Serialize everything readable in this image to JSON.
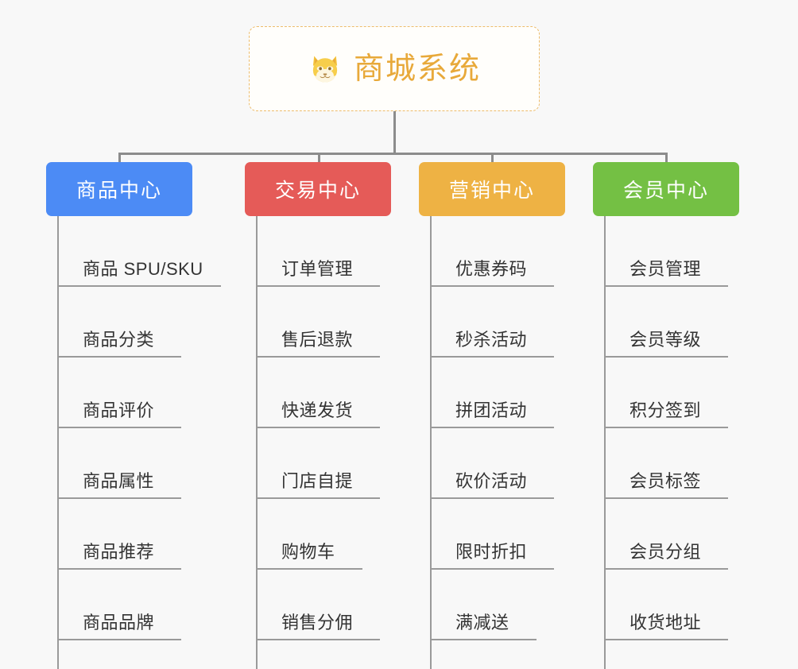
{
  "page": {
    "background_color": "#f8f8f8",
    "title": "商城系统"
  },
  "root": {
    "label": "商城系统",
    "icon": "shiba-dog-face-icon",
    "text_color": "#e8a93a",
    "border_color": "#edbc6b",
    "fill_color": "#fffefb"
  },
  "connector": {
    "color": "#8c8c8c"
  },
  "categories": [
    {
      "label": "商品中心",
      "color": "#4c8bf5",
      "items": [
        "商品 SPU/SKU",
        "商品分类",
        "商品评价",
        "商品属性",
        "商品推荐",
        "商品品牌"
      ]
    },
    {
      "label": "交易中心",
      "color": "#e55b58",
      "items": [
        "订单管理",
        "售后退款",
        "快递发货",
        "门店自提",
        "购物车",
        "销售分佣"
      ]
    },
    {
      "label": "营销中心",
      "color": "#eeb244",
      "items": [
        "优惠券码",
        "秒杀活动",
        "拼团活动",
        "砍价活动",
        "限时折扣",
        "满减送"
      ]
    },
    {
      "label": "会员中心",
      "color": "#74c044",
      "items": [
        "会员管理",
        "会员等级",
        "积分签到",
        "会员标签",
        "会员分组",
        "收货地址"
      ]
    }
  ]
}
